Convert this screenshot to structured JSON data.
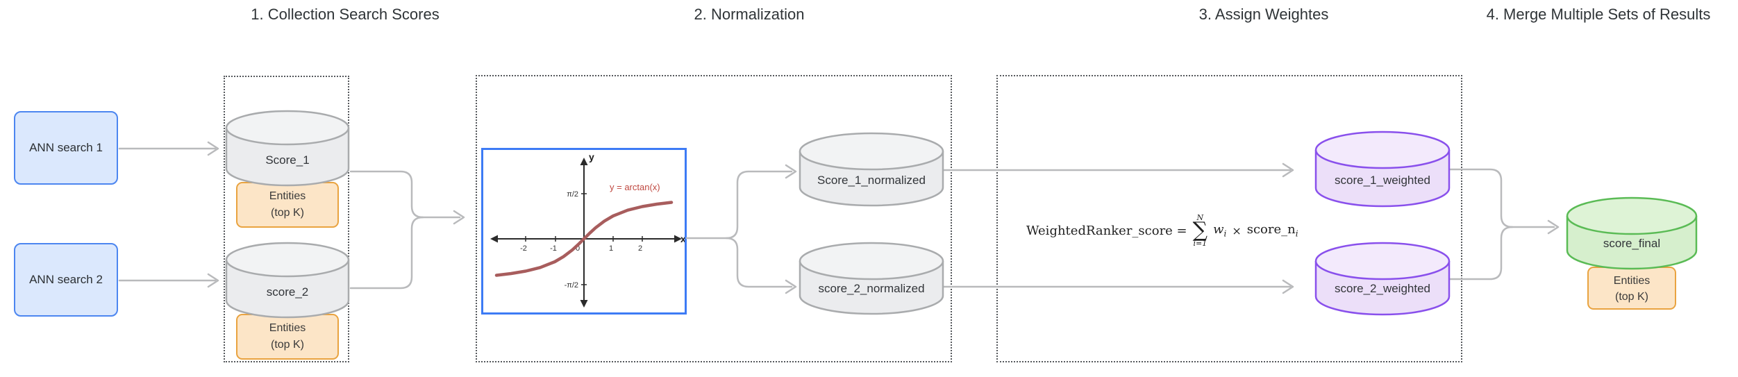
{
  "diagram": {
    "steps": [
      {
        "label": "1. Collection Search Scores"
      },
      {
        "label": "2. Normalization"
      },
      {
        "label": "3. Assign Weightes"
      },
      {
        "label": "4. Merge Multiple Sets of Results"
      }
    ],
    "inputs": {
      "ann1": "ANN search 1",
      "ann2": "ANN search 2"
    },
    "collections": {
      "score1": "Score_1",
      "score2": "score_2",
      "score1_norm": "Score_1_normalized",
      "score2_norm": "score_2_normalized",
      "score1_weighted": "score_1_weighted",
      "score2_weighted": "score_2_weighted",
      "score_final": "score_final"
    },
    "entities_badge": {
      "line1": "Entities",
      "line2": "(top K)"
    },
    "formula": {
      "lhs": "WeightedRanker_score =",
      "sum_upper": "N",
      "sum_symbol": "∑",
      "sum_lower": "i=1",
      "term1": "w",
      "term1_sub": "i",
      "operator": "×",
      "term2": "score_n",
      "term2_sub": "i"
    },
    "graph": {
      "title": "y = arctan(x)",
      "x_axis_label": "x",
      "y_axis_label": "y",
      "x_ticks": [
        "-2",
        "-1",
        "1",
        "2"
      ],
      "origin_label": "0",
      "y_ticks": [
        "π/2",
        "-π/2"
      ]
    },
    "colors": {
      "blue_box_fill": "#dbe8fd",
      "blue_box_border": "#4c86f0",
      "orange_badge_fill": "#fce5c7",
      "orange_badge_border": "#e9a340",
      "gray_cylinder_fill": "#ebecee",
      "gray_cylinder_border": "#a9abad",
      "purple_cylinder_fill": "#ecdff9",
      "purple_cylinder_border": "#8950ec",
      "green_cylinder_fill": "#d6efcd",
      "green_cylinder_border": "#5abb55",
      "connector": "#b9babc",
      "graph_border": "#3d7bf5",
      "curve": "#a85d5d",
      "curve_label": "#bf4840",
      "dotted_border": "#55585c",
      "title_text": "#2f3437"
    }
  },
  "chart_data": {
    "type": "line",
    "title": "y = arctan(x)",
    "xlabel": "x",
    "ylabel": "y",
    "x_ticks": [
      -2,
      -1,
      1,
      2
    ],
    "y_ticks": [
      "π/2",
      "-π/2"
    ],
    "xlim": [
      -3,
      3
    ],
    "ylim": [
      "-π/2",
      "π/2"
    ],
    "grid": false,
    "legend_position": "none",
    "series": [
      {
        "name": "y = arctan(x)",
        "x": [
          -3,
          -2.5,
          -2,
          -1.5,
          -1,
          -0.5,
          0,
          0.5,
          1,
          1.5,
          2,
          2.5,
          3
        ],
        "y": [
          -1.249,
          -1.19,
          -1.107,
          -0.983,
          -0.785,
          -0.464,
          0,
          0.464,
          0.785,
          0.983,
          1.107,
          1.19,
          1.249
        ]
      }
    ]
  }
}
